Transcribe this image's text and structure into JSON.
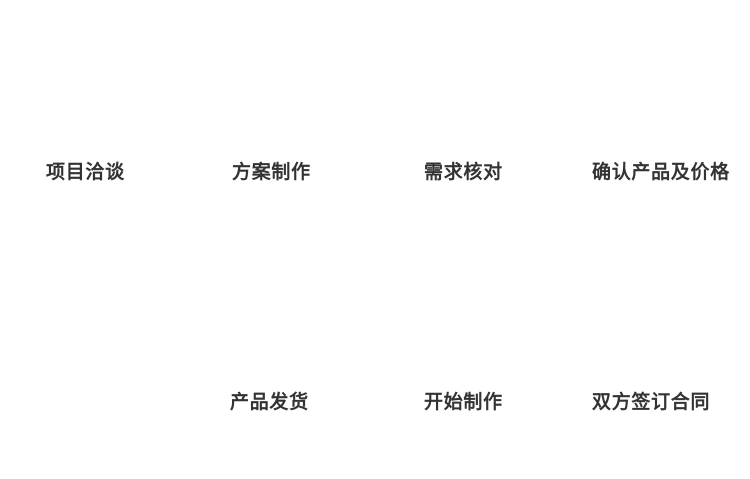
{
  "diagram": {
    "type": "process-flow",
    "background_color": "#ffffff",
    "text_color": "#333333",
    "top_row": [
      {
        "label": "项目洽谈"
      },
      {
        "label": "方案制作"
      },
      {
        "label": "需求核对"
      },
      {
        "label": "确认产品及价格"
      }
    ],
    "bottom_row": [
      {
        "label": "双方签订合同"
      },
      {
        "label": "开始制作"
      },
      {
        "label": "产品发货"
      }
    ]
  }
}
